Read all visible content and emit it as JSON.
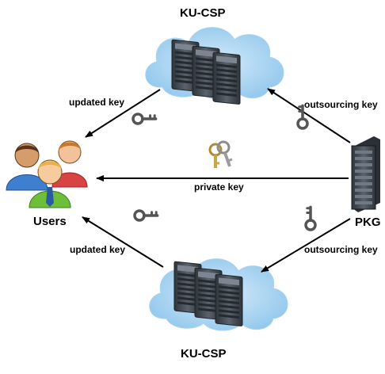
{
  "nodes": {
    "top_cloud": {
      "label": "KU-CSP"
    },
    "bottom_cloud": {
      "label": "KU-CSP"
    },
    "users": {
      "label": "Users"
    },
    "pkg": {
      "label": "PKG"
    }
  },
  "edges": {
    "top_left": {
      "label": "updated key"
    },
    "top_right": {
      "label": "outsourcing key"
    },
    "middle": {
      "label": "private key"
    },
    "bottom_left": {
      "label": "updated key"
    },
    "bottom_right": {
      "label": "outsourcing key"
    }
  },
  "colors": {
    "cloud": "#9fd0ef",
    "server": "#3e4650",
    "arrow": "#000000",
    "key": "#555555",
    "user_blue": "#3f7fd0",
    "user_red": "#d84343",
    "user_green": "#6dbf3a",
    "brass_key": "#c9a64a"
  },
  "icons": [
    "cloud-icon",
    "server-icon",
    "key-icon",
    "users-icon",
    "server-rack-icon"
  ]
}
